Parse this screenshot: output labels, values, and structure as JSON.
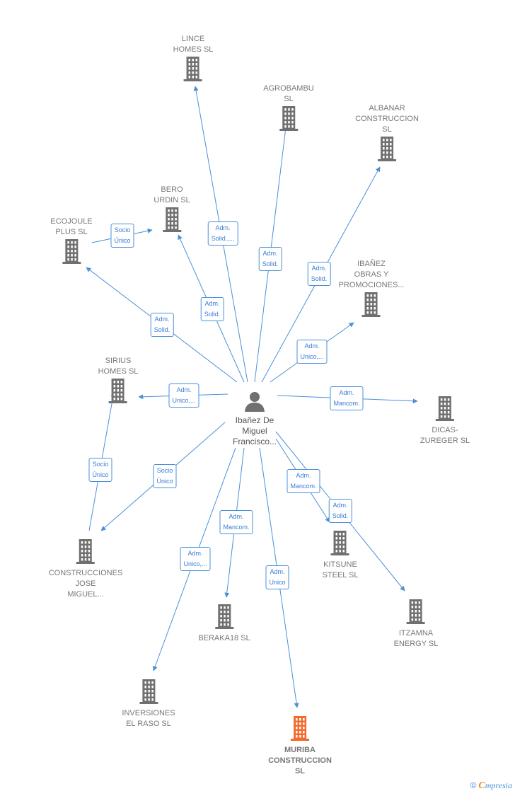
{
  "colors": {
    "edge": "#4a90d9",
    "node_icon": "#707070",
    "highlight_icon": "#f26b2c"
  },
  "center": {
    "label_lines": [
      "Ibañez De",
      "Miguel",
      "Francisco..."
    ],
    "icon": "person-icon"
  },
  "nodes": [
    {
      "id": "lince",
      "lines": [
        "LINCE",
        "HOMES  SL"
      ]
    },
    {
      "id": "agrobambu",
      "lines": [
        "AGROBAMBU",
        "SL"
      ]
    },
    {
      "id": "albanar",
      "lines": [
        "ALBANAR",
        "CONSTRUCCION",
        "SL"
      ]
    },
    {
      "id": "bero",
      "lines": [
        "BERO",
        "URDIN  SL"
      ]
    },
    {
      "id": "ecojoule",
      "lines": [
        "ECOJOULE",
        "PLUS  SL"
      ]
    },
    {
      "id": "ibanez",
      "lines": [
        "IBAÑEZ",
        "OBRAS Y",
        "PROMOCIONES..."
      ]
    },
    {
      "id": "sirius",
      "lines": [
        "SIRIUS",
        "HOMES  SL"
      ]
    },
    {
      "id": "dicas",
      "lines": [
        "DICAS-",
        "ZUREGER  SL"
      ]
    },
    {
      "id": "construcciones",
      "lines": [
        "CONSTRUCCIONES",
        "JOSE",
        "MIGUEL..."
      ]
    },
    {
      "id": "kitsune",
      "lines": [
        "KITSUNE",
        "STEEL  SL"
      ]
    },
    {
      "id": "itzamna",
      "lines": [
        "ITZAMNA",
        "ENERGY  SL"
      ]
    },
    {
      "id": "beraka",
      "lines": [
        "BERAKA18  SL"
      ]
    },
    {
      "id": "inversiones",
      "lines": [
        "INVERSIONES",
        "EL RASO SL"
      ]
    },
    {
      "id": "muriba",
      "lines": [
        "MURIBA",
        "CONSTRUCCION",
        "SL"
      ],
      "highlight": true
    }
  ],
  "badges": [
    {
      "id": "b-lince",
      "lines": [
        "Adm.",
        "Solid.,..."
      ]
    },
    {
      "id": "b-agrobambu",
      "lines": [
        "Adm.",
        "Solid."
      ]
    },
    {
      "id": "b-albanar",
      "lines": [
        "Adm.",
        "Solid."
      ]
    },
    {
      "id": "b-bero",
      "lines": [
        "Adm.",
        "Solid."
      ]
    },
    {
      "id": "b-ecojoule-bero",
      "lines": [
        "Socio",
        "Único"
      ]
    },
    {
      "id": "b-ecojoule",
      "lines": [
        "Adm.",
        "Solid."
      ]
    },
    {
      "id": "b-ibanez",
      "lines": [
        "Adm.",
        "Unico,..."
      ]
    },
    {
      "id": "b-sirius",
      "lines": [
        "Adm.",
        "Unico,..."
      ]
    },
    {
      "id": "b-dicas",
      "lines": [
        "Adm.",
        "Mancom."
      ]
    },
    {
      "id": "b-const-sirius",
      "lines": [
        "Socio",
        "Único"
      ]
    },
    {
      "id": "b-construcciones",
      "lines": [
        "Socio",
        "Único"
      ]
    },
    {
      "id": "b-kitsune",
      "lines": [
        "Adm.",
        "Mancom."
      ]
    },
    {
      "id": "b-itzamna",
      "lines": [
        "Adm.",
        "Solid."
      ]
    },
    {
      "id": "b-beraka",
      "lines": [
        "Adm.",
        "Mancom."
      ]
    },
    {
      "id": "b-inversiones",
      "lines": [
        "Adm.",
        "Unico,..."
      ]
    },
    {
      "id": "b-muriba",
      "lines": [
        "Adm.",
        "Unico"
      ]
    }
  ],
  "footer": {
    "copyright": "©",
    "brand_initial": "C",
    "brand_rest": "mpresia"
  }
}
